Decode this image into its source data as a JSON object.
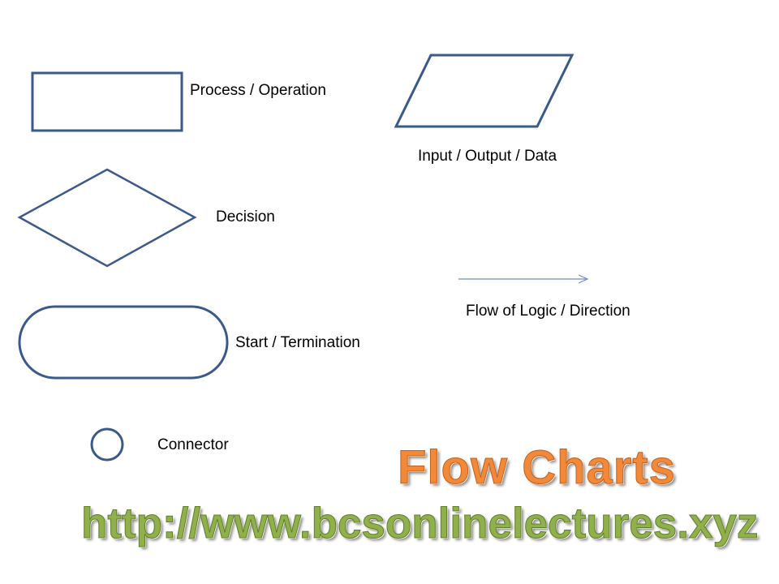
{
  "labels": {
    "process": "Process / Operation",
    "io": "Input / Output / Data",
    "decision": "Decision",
    "flow": "Flow of Logic / Direction",
    "terminal": "Start / Termination",
    "connector": "Connector"
  },
  "branding": {
    "title": "Flow Charts",
    "url": "http://www.bcsonlinelectures.xyz"
  },
  "colors": {
    "shape_stroke": "#3b5a8a",
    "arrow": "#6f8fc0",
    "title": "#f08a3a",
    "url": "#8fb04a"
  }
}
